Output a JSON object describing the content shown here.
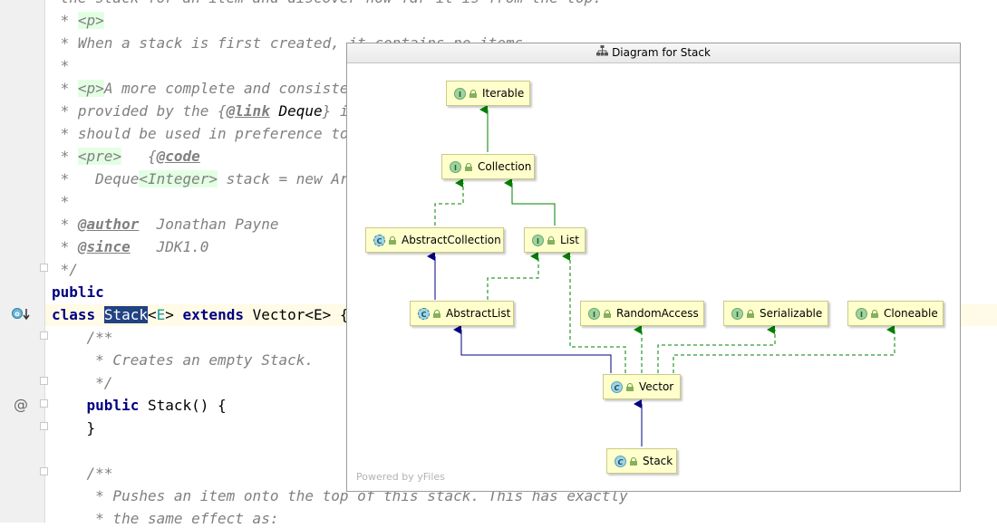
{
  "editor": {
    "lines": [
      {
        "parts": [
          {
            "t": " * ",
            "c": "c"
          },
          {
            "t": "<p>",
            "c": "tag"
          }
        ]
      },
      {
        "parts": [
          {
            "t": " * When a stack is first created, it contains no items.",
            "c": "c"
          }
        ]
      },
      {
        "parts": [
          {
            "t": " *",
            "c": "c"
          }
        ]
      },
      {
        "parts": [
          {
            "t": " * ",
            "c": "c"
          },
          {
            "t": "<p>",
            "c": "tag"
          },
          {
            "t": "A more complete and consistent set of LIFO stack operations is",
            "c": "c"
          }
        ]
      },
      {
        "parts": [
          {
            "t": " * provided by the {",
            "c": "c"
          },
          {
            "t": "@link",
            "c": "jtag"
          },
          {
            "t": " ",
            "c": "c"
          },
          {
            "t": "Deque",
            "c": "ident"
          },
          {
            "t": "} interface and its implementations, which",
            "c": "c"
          }
        ]
      },
      {
        "parts": [
          {
            "t": " * should be used in preference to this class.",
            "c": "c"
          }
        ]
      },
      {
        "parts": [
          {
            "t": " * ",
            "c": "c"
          },
          {
            "t": "<pre>",
            "c": "tag"
          },
          {
            "t": "   {",
            "c": "c"
          },
          {
            "t": "@code",
            "c": "jtag"
          }
        ]
      },
      {
        "parts": [
          {
            "t": " *   Deque",
            "c": "c"
          },
          {
            "t": "<Integer>",
            "c": "tag"
          },
          {
            "t": " stack = new ArrayDeque<Integer>();}",
            "c": "c"
          }
        ]
      },
      {
        "parts": [
          {
            "t": " *",
            "c": "c"
          }
        ]
      },
      {
        "parts": [
          {
            "t": " * ",
            "c": "c"
          },
          {
            "t": "@author",
            "c": "jtag"
          },
          {
            "t": "  Jonathan Payne",
            "c": "c"
          }
        ]
      },
      {
        "parts": [
          {
            "t": " * ",
            "c": "c"
          },
          {
            "t": "@since",
            "c": "jtag"
          },
          {
            "t": "   JDK1.0",
            "c": "c"
          }
        ]
      },
      {
        "parts": [
          {
            "t": " */",
            "c": "c"
          }
        ]
      },
      {
        "parts": [
          {
            "t": "public",
            "c": "kw"
          }
        ]
      },
      {
        "parts": [
          {
            "t": "class",
            "c": "kw"
          },
          {
            "t": " ",
            "c": "pl"
          },
          {
            "t": "Stack",
            "c": "sel"
          },
          {
            "t": "<",
            "c": "pl"
          },
          {
            "t": "E",
            "c": "tp"
          },
          {
            "t": "> ",
            "c": "pl"
          },
          {
            "t": "extends",
            "c": "kw"
          },
          {
            "t": " Vector<E> {",
            "c": "pl"
          }
        ]
      },
      {
        "parts": [
          {
            "t": "    /**",
            "c": "c"
          }
        ]
      },
      {
        "parts": [
          {
            "t": "     * Creates an empty Stack.",
            "c": "c"
          }
        ]
      },
      {
        "parts": [
          {
            "t": "     */",
            "c": "c"
          }
        ]
      },
      {
        "parts": [
          {
            "t": "    ",
            "c": "pl"
          },
          {
            "t": "public",
            "c": "kw"
          },
          {
            "t": " Stack() {",
            "c": "pl"
          }
        ]
      },
      {
        "parts": [
          {
            "t": "    }",
            "c": "pl"
          }
        ]
      },
      {
        "parts": [
          {
            "t": "",
            "c": "pl"
          }
        ]
      },
      {
        "parts": [
          {
            "t": "    /**",
            "c": "c"
          }
        ]
      },
      {
        "parts": [
          {
            "t": "     * Pushes an item onto the top of this stack. This has exactly",
            "c": "c"
          }
        ]
      },
      {
        "parts": [
          {
            "t": "     * the same effect as:",
            "c": "c"
          }
        ]
      }
    ],
    "first_line_fragment": " the stack for an item and discover how far it is from the top."
  },
  "popup": {
    "title": "Diagram for Stack",
    "powered_by": "Powered by yFiles",
    "nodes": {
      "iterable": {
        "label": "Iterable",
        "kind": "I"
      },
      "collection": {
        "label": "Collection",
        "kind": "I"
      },
      "abstract_collection": {
        "label": "AbstractCollection",
        "kind": "C"
      },
      "list": {
        "label": "List",
        "kind": "I"
      },
      "abstract_list": {
        "label": "AbstractList",
        "kind": "C"
      },
      "random_access": {
        "label": "RandomAccess",
        "kind": "I"
      },
      "serializable": {
        "label": "Serializable",
        "kind": "I"
      },
      "cloneable": {
        "label": "Cloneable",
        "kind": "I"
      },
      "vector": {
        "label": "Vector",
        "kind": "C"
      },
      "stack": {
        "label": "Stack",
        "kind": "C"
      }
    }
  },
  "colors": {
    "implements_edge": "#008000",
    "extends_edge": "#000080",
    "comment": "#808080",
    "keyword": "#000080",
    "selection": "#214283"
  }
}
